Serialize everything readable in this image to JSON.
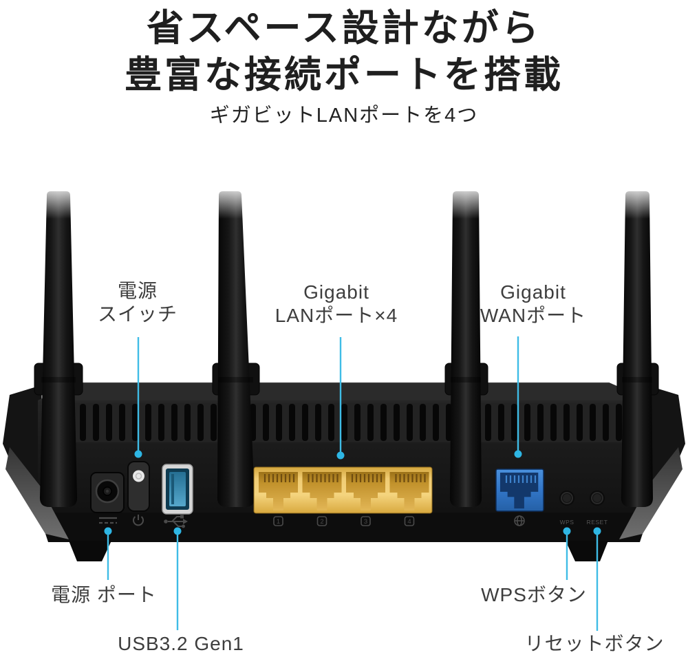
{
  "header": {
    "title_line1": "省スペース設計ながら",
    "title_line2": "豊富な接続ポートを搭載",
    "subtitle": "ギガビットLANポートを4つ"
  },
  "callouts": {
    "power_switch": {
      "line1": "電源",
      "line2": "スイッチ"
    },
    "lan": {
      "line1": "Gigabit",
      "line2": "LANポート×4"
    },
    "wan": {
      "line1": "Gigabit",
      "line2": "WANポート"
    },
    "power_port": {
      "label": "電源 ポート"
    },
    "usb": {
      "label": "USB3.2  Gen1"
    },
    "wps": {
      "label": "WPSボタン"
    },
    "reset": {
      "label": "リセットボタン"
    }
  },
  "device": {
    "lan_numbers": [
      "1",
      "2",
      "3",
      "4"
    ],
    "wps_print": "WPS",
    "reset_print": "RESET",
    "colors": {
      "leader_line": "#3fbce6",
      "leader_dot": "#2eb6e4",
      "lan_block": "#eec663",
      "wan_port": "#3276c8",
      "usb_inner": "#2e7da0"
    }
  }
}
